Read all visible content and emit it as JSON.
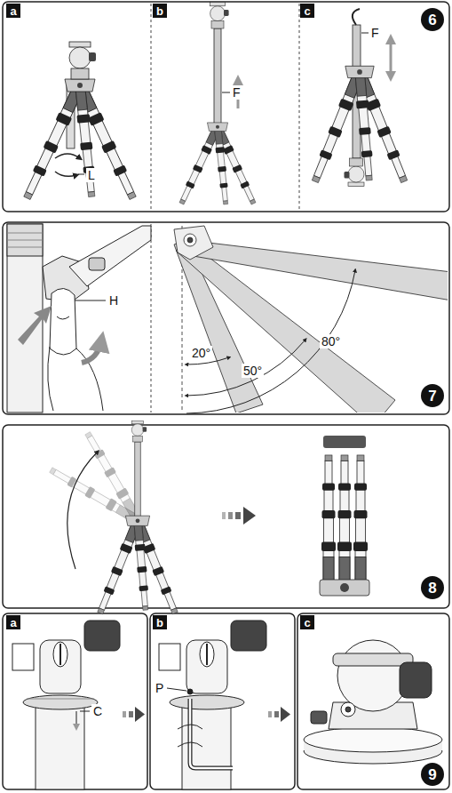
{
  "diagram": {
    "labels": [
      "a",
      "b",
      "c",
      "6",
      "L",
      "F",
      "F",
      "H",
      "20°",
      "50°",
      "80°",
      "7",
      "8",
      "a",
      "b",
      "c",
      "C",
      "P",
      "9"
    ]
  }
}
